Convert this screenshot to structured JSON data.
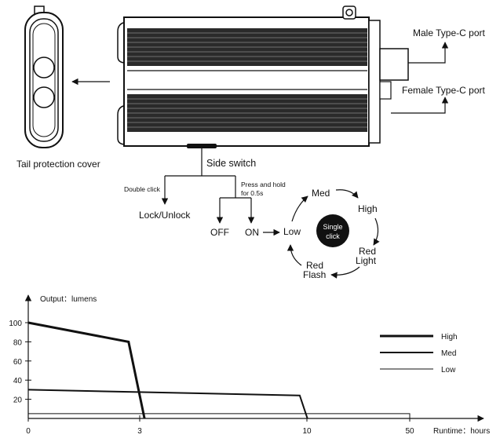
{
  "device": {
    "tail_cover_label": "Tail protection cover",
    "male_port_label": "Male Type-C port",
    "female_port_label": "Female Type-C port",
    "side_switch_label": "Side switch"
  },
  "switch_flow": {
    "double_click_label": "Double click",
    "lock_unlock_label": "Lock/Unlock",
    "press_hold_line1": "Press and hold",
    "press_hold_line2": "for 0.5s",
    "off_label": "OFF",
    "on_label": "ON"
  },
  "mode_cycle": {
    "center_line1": "Single",
    "center_line2": "click",
    "modes": [
      "Low",
      "Med",
      "High",
      "Red Light",
      "Red Flash"
    ],
    "red_light_line1": "Red",
    "red_light_line2": "Light",
    "red_flash_line1": "Red",
    "red_flash_line2": "Flash"
  },
  "chart_data": {
    "type": "line",
    "ylabel": "Output：lumens",
    "xlabel": "Runtime：hours",
    "y_ticks": [
      "100",
      "80",
      "60",
      "40",
      "20"
    ],
    "x_ticks": [
      "0",
      "3",
      "10",
      "50"
    ],
    "series": [
      {
        "name": "High",
        "points": [
          [
            0,
            100
          ],
          [
            2.7,
            80
          ],
          [
            3.2,
            0
          ]
        ]
      },
      {
        "name": "Med",
        "points": [
          [
            0,
            30
          ],
          [
            9.7,
            24
          ],
          [
            10.2,
            0
          ]
        ]
      },
      {
        "name": "Low",
        "points": [
          [
            0,
            5
          ],
          [
            50,
            5
          ],
          [
            50,
            0
          ]
        ]
      }
    ],
    "legend_position": "right"
  }
}
